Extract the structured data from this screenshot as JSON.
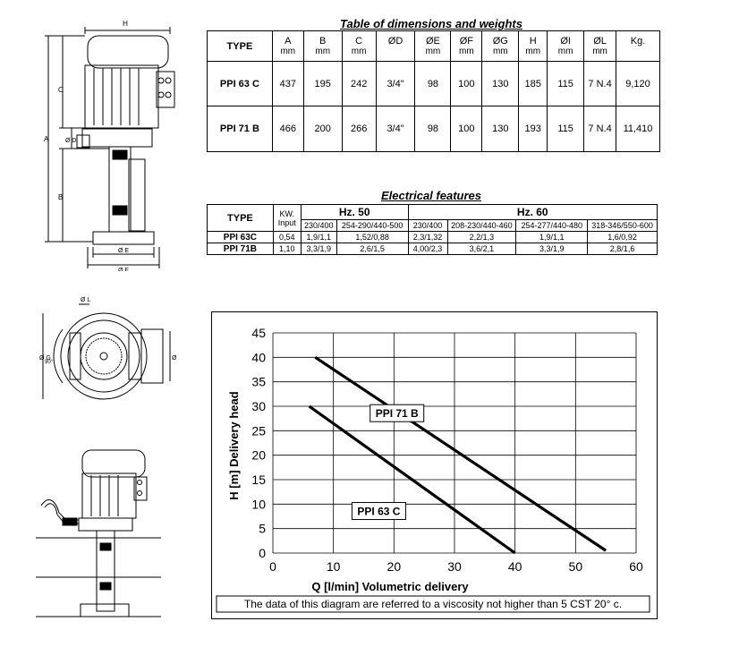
{
  "dimensions": {
    "title": "Table of dimensions and weights",
    "columns": [
      "TYPE",
      "A",
      "B",
      "C",
      "ØD",
      "ØE",
      "ØF",
      "ØG",
      "H",
      "ØI",
      "ØL",
      "Kg."
    ],
    "units": [
      "",
      "mm",
      "mm",
      "mm",
      "",
      "mm",
      "mm",
      "mm",
      "mm",
      "mm",
      "mm",
      ""
    ],
    "rows": [
      [
        "PPI  63 C",
        "437",
        "195",
        "242",
        "3/4\"",
        "98",
        "100",
        "130",
        "185",
        "115",
        "7  N.4",
        "9,120"
      ],
      [
        "PPI  71 B",
        "466",
        "200",
        "266",
        "3/4\"",
        "98",
        "100",
        "130",
        "193",
        "115",
        "7  N.4",
        "11,410"
      ]
    ]
  },
  "electrical": {
    "title": "Electrical features",
    "type_label": "TYPE",
    "kw_label": "KW.",
    "input_label": "Input",
    "hz50_label": "Hz. 50",
    "hz60_label": "Hz. 60",
    "voltages": [
      "230/400",
      "254-290/440-500",
      "230/400",
      "208-230/440-460",
      "254-277/440-480",
      "318-346/550-600"
    ],
    "rows": [
      {
        "type": "PPI 63C",
        "kw": "0,54",
        "values": [
          "1,9/1,1",
          "1,52/0,88",
          "2,3/1,32",
          "2,2/1,3",
          "1,9/1,1",
          "1,6/0,92"
        ]
      },
      {
        "type": "PPI 71B",
        "kw": "1,10",
        "values": [
          "3,3/1,9",
          "2,6/1,5",
          "4,00/2,3",
          "3,6/2,1",
          "3,3/1,9",
          "2,8/1,6"
        ]
      }
    ]
  },
  "drawing_labels": {
    "H": "H",
    "A": "A",
    "B": "B",
    "C": "C",
    "D": "Ø D",
    "E": "Ø E",
    "F": "Ø F",
    "L": "Ø L",
    "G": "Ø G",
    "I": "Ø I",
    "angle": "90°"
  },
  "chart_data": {
    "type": "line",
    "xlabel": "Q [l/min] Volumetric delivery",
    "ylabel": "H [m] Delivery head",
    "xlim": [
      0,
      60
    ],
    "ylim": [
      0,
      45
    ],
    "xticks": [
      0,
      10,
      20,
      30,
      40,
      50,
      60
    ],
    "yticks": [
      0,
      5,
      10,
      15,
      20,
      25,
      30,
      35,
      40,
      45
    ],
    "grid": true,
    "series": [
      {
        "name": "PPI  71 B",
        "x": [
          7,
          55
        ],
        "y": [
          40,
          0.5
        ]
      },
      {
        "name": "PPI  63 C",
        "x": [
          6,
          40
        ],
        "y": [
          30,
          0
        ]
      }
    ],
    "note": "The data of this diagram are referred to a viscosity not higher than 5 CST   20° c."
  }
}
